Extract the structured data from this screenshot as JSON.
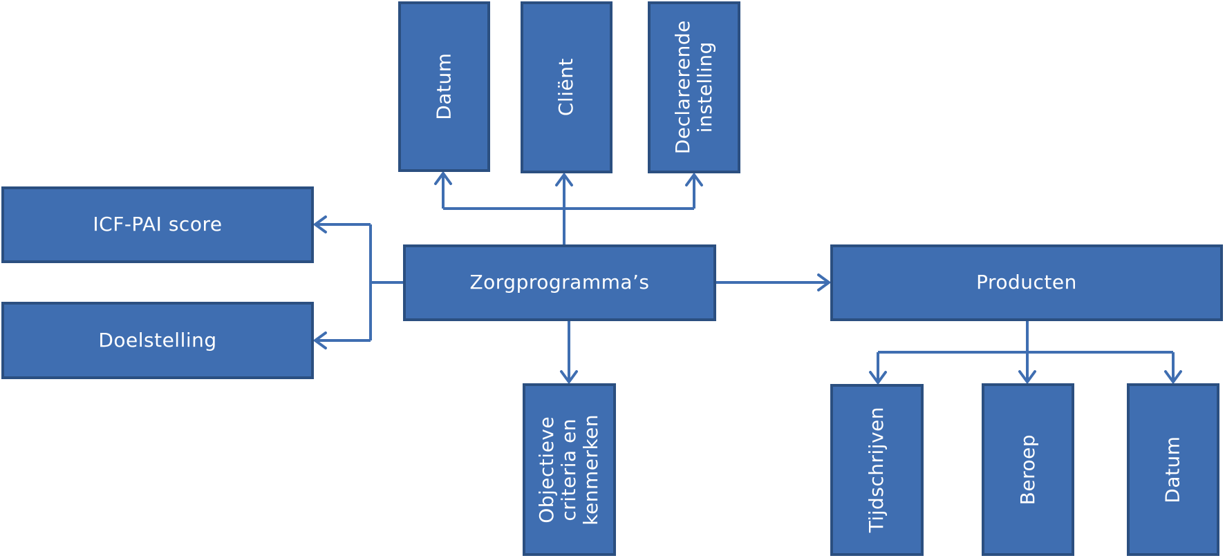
{
  "colors": {
    "box_fill": "#3f6eb1",
    "box_border": "#2b4f80",
    "connector": "#3f6eb1",
    "text": "#ffffff"
  },
  "nodes": {
    "datum_top": "Datum",
    "client": "Cliënt",
    "declarerende_instelling": "Declarerende\ninstelling",
    "icf_pai_score": "ICF-PAI score",
    "doelstelling": "Doelstelling",
    "zorgprogrammas": "Zorgprogramma’s",
    "producten": "Producten",
    "objectieve_criteria": "Objectieve\ncriteria en\nkenmerken",
    "tijdschrijven": "Tijdschrijven",
    "beroep": "Beroep",
    "datum_bottom": "Datum"
  }
}
